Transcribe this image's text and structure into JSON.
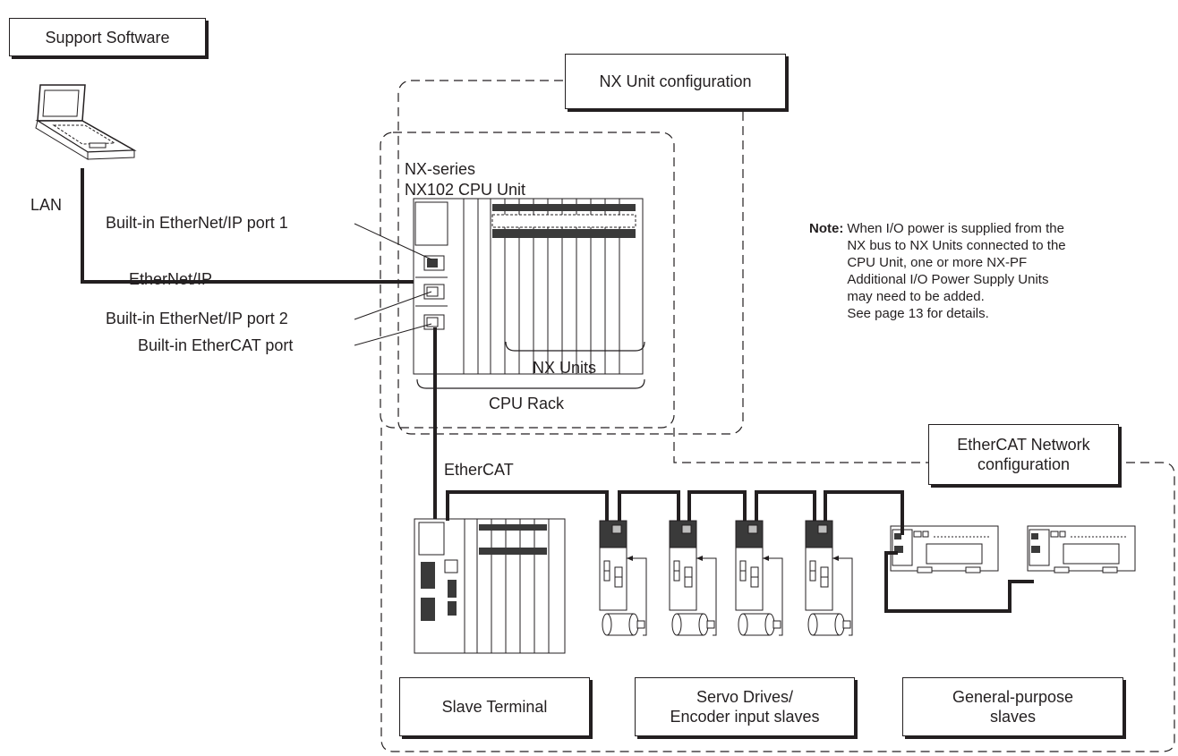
{
  "boxes": {
    "support_software": "Support Software",
    "nx_unit_config": "NX Unit configuration",
    "ethercat_network_config": [
      "EtherCAT Network",
      "configuration"
    ],
    "slave_terminal": "Slave Terminal",
    "servo_drives": [
      "Servo Drives/",
      "Encoder input slaves"
    ],
    "general_purpose": [
      "General-purpose",
      "slaves"
    ]
  },
  "labels": {
    "lan": "LAN",
    "ethernet_ip": "EtherNet/IP",
    "port1": "Built-in EtherNet/IP port 1",
    "port2": "Built-in EtherNet/IP port 2",
    "ethercat_port": "Built-in EtherCAT port",
    "cpu_series": "NX-series",
    "cpu_model": "NX102 CPU Unit",
    "nx_units": "NX Units",
    "cpu_rack": "CPU Rack",
    "ethercat": "EtherCAT"
  },
  "note": {
    "label": "Note:",
    "lines": [
      "When I/O power is supplied from the",
      "NX bus to NX Units connected to the",
      "CPU Unit, one or more NX-PF",
      "Additional I/O Power Supply Units",
      "may need to be added.",
      "See page 13 for details."
    ]
  },
  "colors": {
    "line": "#231f20",
    "dark_unit": "#3a3a3a",
    "mid_gray": "#8a8a8a"
  }
}
